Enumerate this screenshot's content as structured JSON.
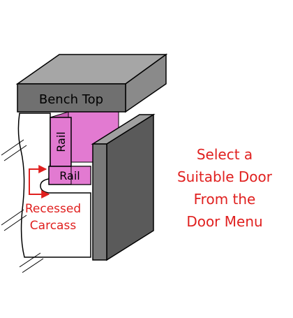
{
  "labels": {
    "bench_top": "Bench Top",
    "rail_vertical": "Rail",
    "rail_horizontal": "Rail",
    "recessed_line1": "Recessed",
    "recessed_line2": "Carcass",
    "instruction_line1": "Select a",
    "instruction_line2": "Suitable Door",
    "instruction_line3": "From the",
    "instruction_line4": "Door Menu"
  },
  "colors": {
    "bench_front": "#707070",
    "bench_top_face": "#a6a6a6",
    "bench_side": "#8a8a8a",
    "rail_pink": "#e27ad1",
    "rail_pink_dark": "#c85cb6",
    "door_front": "#7a7a7a",
    "door_side": "#5a5a5a",
    "door_top": "#a0a0a0",
    "accent_red": "#e0201f",
    "outline": "#000000"
  }
}
